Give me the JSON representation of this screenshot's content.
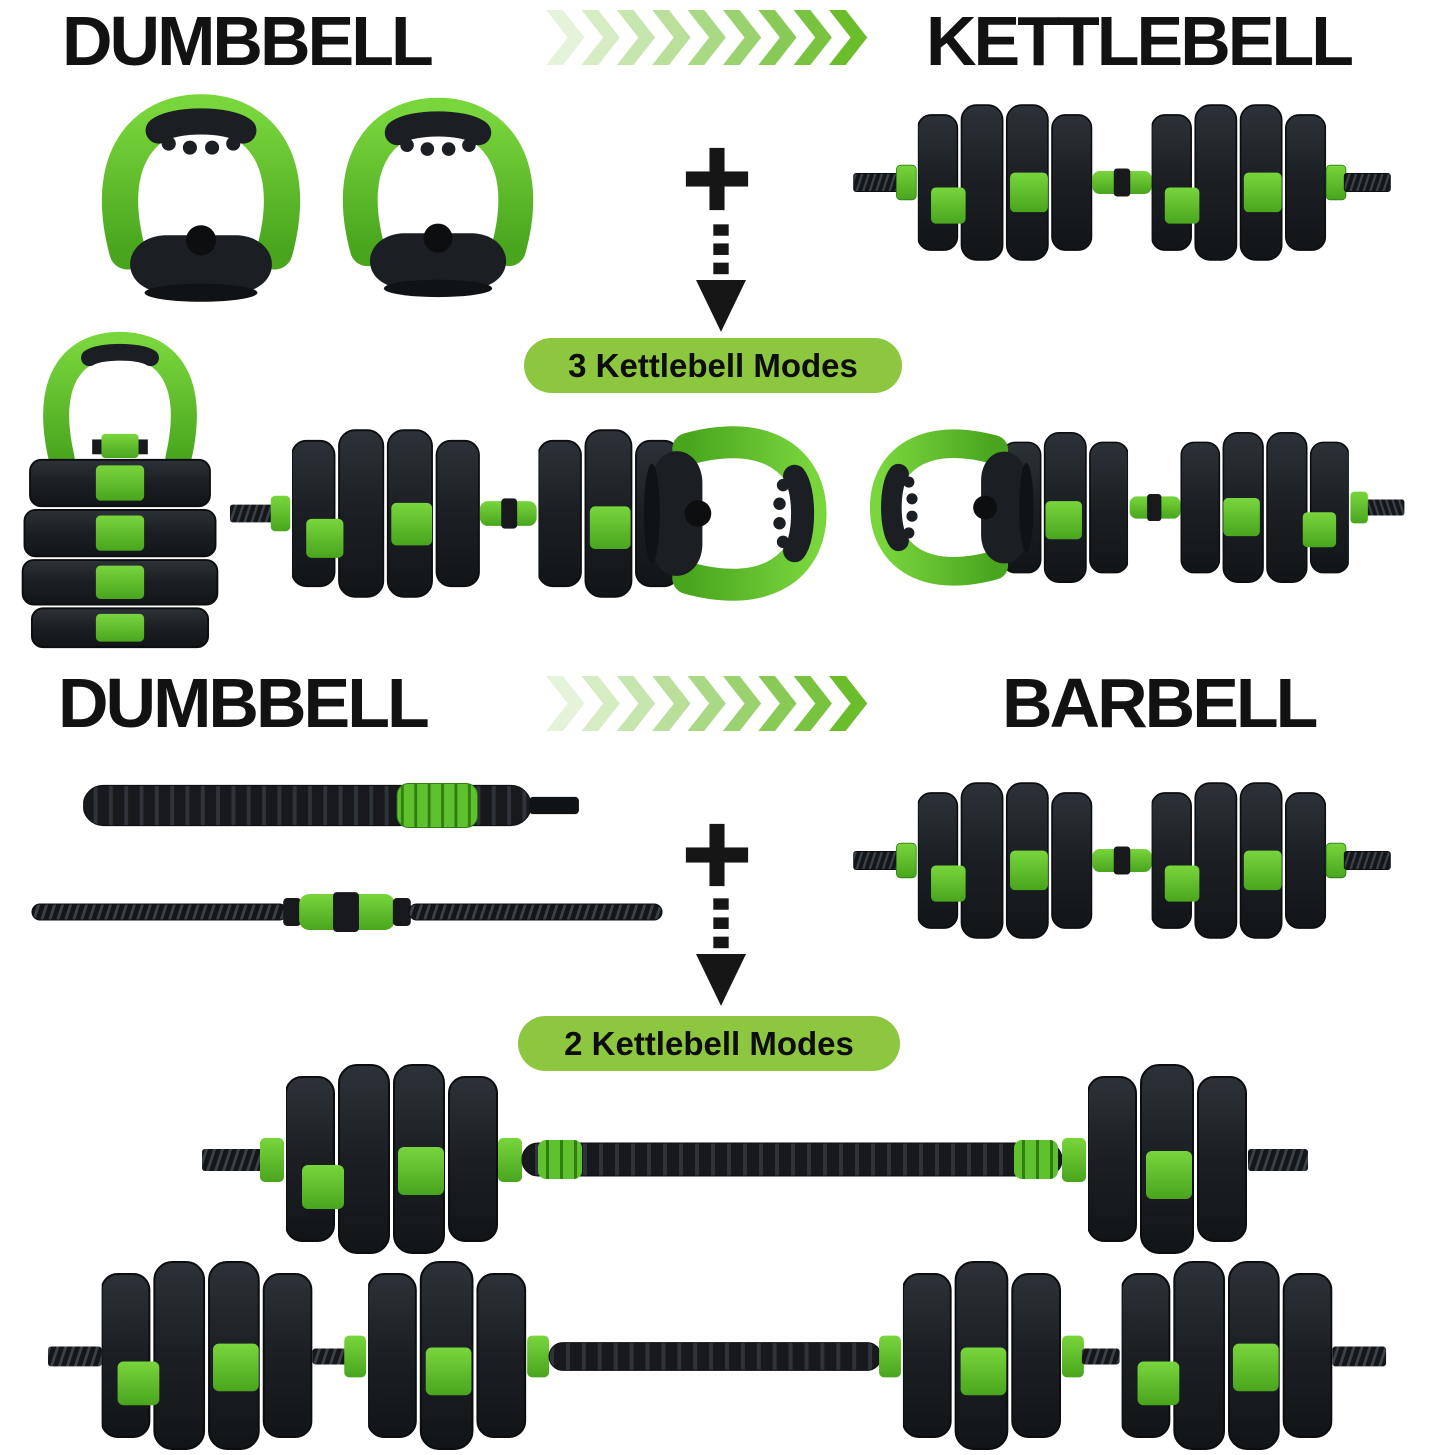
{
  "canvas": {
    "background": "#ffffff"
  },
  "colors": {
    "green": "#5fc12d",
    "green_dark": "#2f7d12",
    "badge_green": "#8dc63f",
    "plate_black": "#1b1f23",
    "text_black": "#121212"
  },
  "kettlebell_section": {
    "left_title": "DUMBBELL",
    "right_title": "KETTLEBELL",
    "plus": "+",
    "badge_label": "3 Kettlebell Modes"
  },
  "barbell_section": {
    "left_title": "DUMBBELL",
    "right_title": "BARBELL",
    "plus": "+",
    "badge_label": "2 Kettlebell Modes"
  },
  "icons": {
    "arrow_right": "green-fading-chevron-arrows",
    "plus": "plus-sign",
    "arrow_down": "black-dashed-down-arrow"
  },
  "illustrations": {
    "kettlebell_handles": "kettlebell-grip-handle",
    "dumbbell": "adjustable-dumbbell",
    "stacked_kettlebell": "stacked-plate-kettlebell",
    "dumbbell_with_handle": "dumbbell-with-kettlebell-handle",
    "foam_bar": "foam-grip-connector-bar",
    "threaded_bar": "threaded-dumbbell-bar",
    "barbell_short": "connected-barbell",
    "barbell_long": "extended-barbell"
  }
}
